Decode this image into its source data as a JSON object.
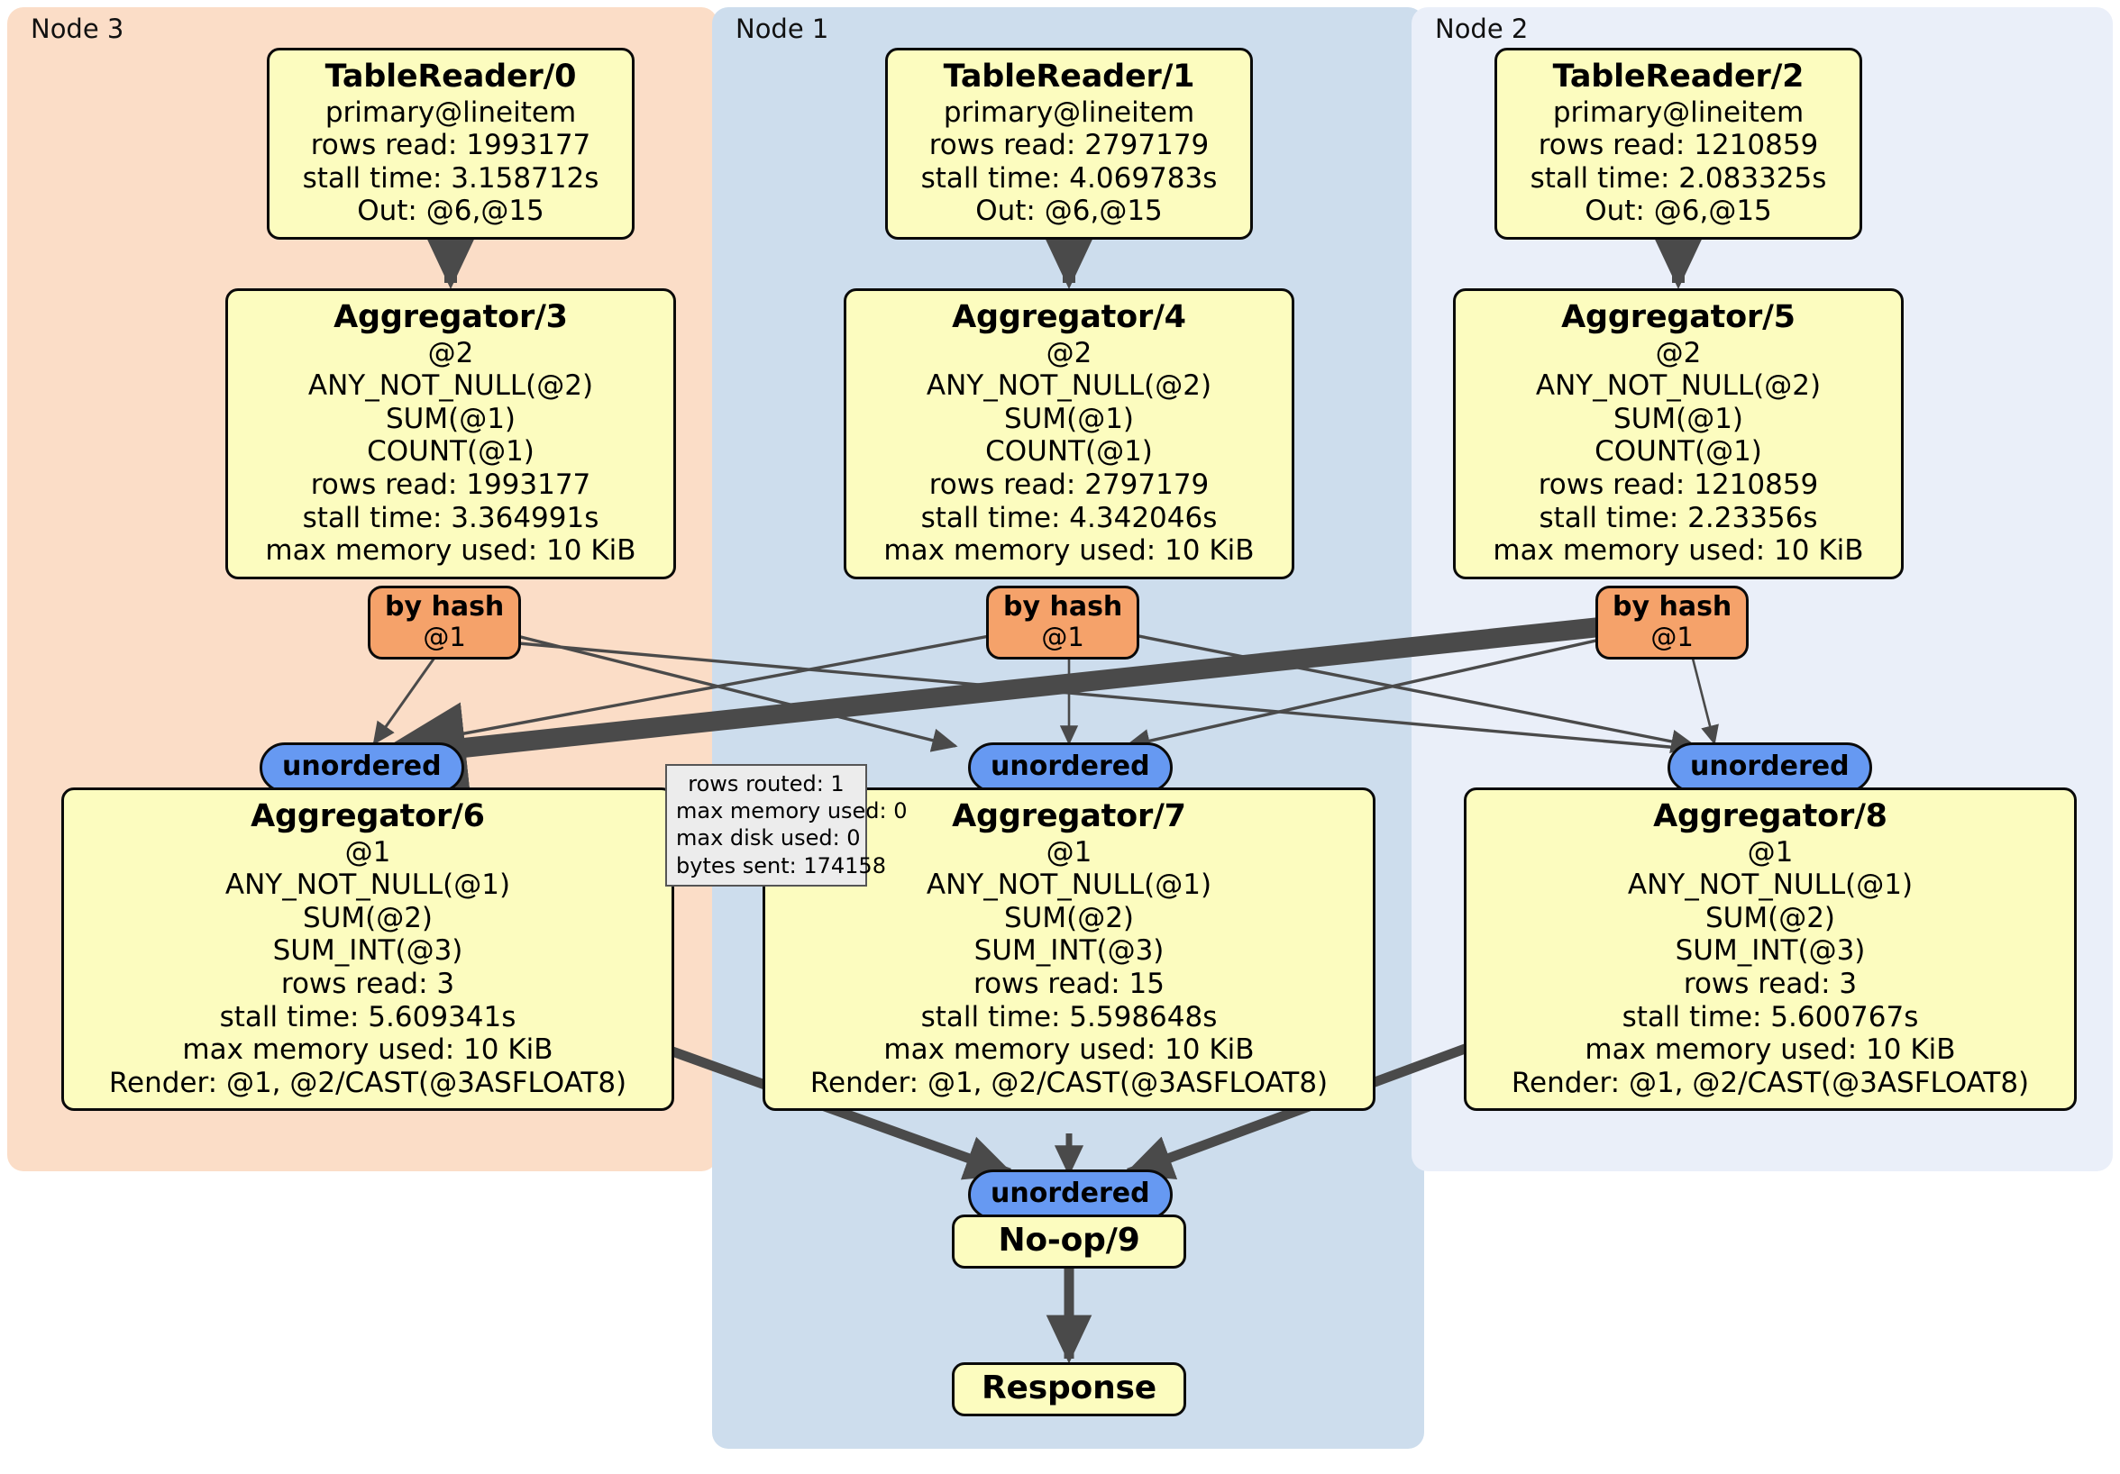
{
  "clusters": [
    {
      "label": "Node 3",
      "color": "#fbddc7"
    },
    {
      "label": "Node 1",
      "color": "#cddded"
    },
    {
      "label": "Node 2",
      "color": "#eaeff9"
    }
  ],
  "colors": {
    "processor_fill": "#fcfcbf",
    "processor_border": "#0a0a0a",
    "router_hash_fill": "#f5a26a",
    "router_unordered_fill": "#6699f2",
    "stats_fill": "#ececec",
    "edge_color": "#4a4a4a",
    "cluster_node3": "#fbddc7",
    "cluster_node1": "#cddded",
    "cluster_node2": "#eaeff9"
  },
  "processors": {
    "table_reader_0": {
      "title": "TableReader/0",
      "lines": [
        "primary@lineitem",
        "rows read: 1993177",
        "stall time: 3.158712s",
        "Out: @6,@15"
      ]
    },
    "table_reader_1": {
      "title": "TableReader/1",
      "lines": [
        "primary@lineitem",
        "rows read: 2797179",
        "stall time: 4.069783s",
        "Out: @6,@15"
      ]
    },
    "table_reader_2": {
      "title": "TableReader/2",
      "lines": [
        "primary@lineitem",
        "rows read: 1210859",
        "stall time: 2.083325s",
        "Out: @6,@15"
      ]
    },
    "aggregator_3": {
      "title": "Aggregator/3",
      "lines": [
        "@2",
        "ANY_NOT_NULL(@2)",
        "SUM(@1)",
        "COUNT(@1)",
        "rows read: 1993177",
        "stall time: 3.364991s",
        "max memory used: 10 KiB"
      ]
    },
    "aggregator_4": {
      "title": "Aggregator/4",
      "lines": [
        "@2",
        "ANY_NOT_NULL(@2)",
        "SUM(@1)",
        "COUNT(@1)",
        "rows read: 2797179",
        "stall time: 4.342046s",
        "max memory used: 10 KiB"
      ]
    },
    "aggregator_5": {
      "title": "Aggregator/5",
      "lines": [
        "@2",
        "ANY_NOT_NULL(@2)",
        "SUM(@1)",
        "COUNT(@1)",
        "rows read: 1210859",
        "stall time: 2.23356s",
        "max memory used: 10 KiB"
      ]
    },
    "aggregator_6": {
      "title": "Aggregator/6",
      "lines": [
        "@1",
        "ANY_NOT_NULL(@1)",
        "SUM(@2)",
        "SUM_INT(@3)",
        "rows read: 3",
        "stall time: 5.609341s",
        "max memory used: 10 KiB",
        "Render: @1, @2/CAST(@3ASFLOAT8)"
      ]
    },
    "aggregator_7": {
      "title": "Aggregator/7",
      "lines": [
        "@1",
        "ANY_NOT_NULL(@1)",
        "SUM(@2)",
        "SUM_INT(@3)",
        "rows read: 15",
        "stall time: 5.598648s",
        "max memory used: 10 KiB",
        "Render: @1, @2/CAST(@3ASFLOAT8)"
      ]
    },
    "aggregator_8": {
      "title": "Aggregator/8",
      "lines": [
        "@1",
        "ANY_NOT_NULL(@1)",
        "SUM(@2)",
        "SUM_INT(@3)",
        "rows read: 3",
        "stall time: 5.600767s",
        "max memory used: 10 KiB",
        "Render: @1, @2/CAST(@3ASFLOAT8)"
      ]
    },
    "noop_9": {
      "title": "No-op/9",
      "lines": []
    },
    "response": {
      "title": "Response",
      "lines": []
    }
  },
  "routers": {
    "by_hash_3": {
      "type": "by hash",
      "column": "@1"
    },
    "by_hash_4": {
      "type": "by hash",
      "column": "@1"
    },
    "by_hash_5": {
      "type": "by hash",
      "column": "@1"
    },
    "unordered_6": {
      "label": "unordered"
    },
    "unordered_7": {
      "label": "unordered"
    },
    "unordered_8": {
      "label": "unordered"
    },
    "unordered_9": {
      "label": "unordered"
    }
  },
  "stats_box": {
    "lines": [
      "rows routed: 1",
      "max memory used: 0",
      "max disk used: 0",
      "bytes sent: 174158"
    ]
  }
}
